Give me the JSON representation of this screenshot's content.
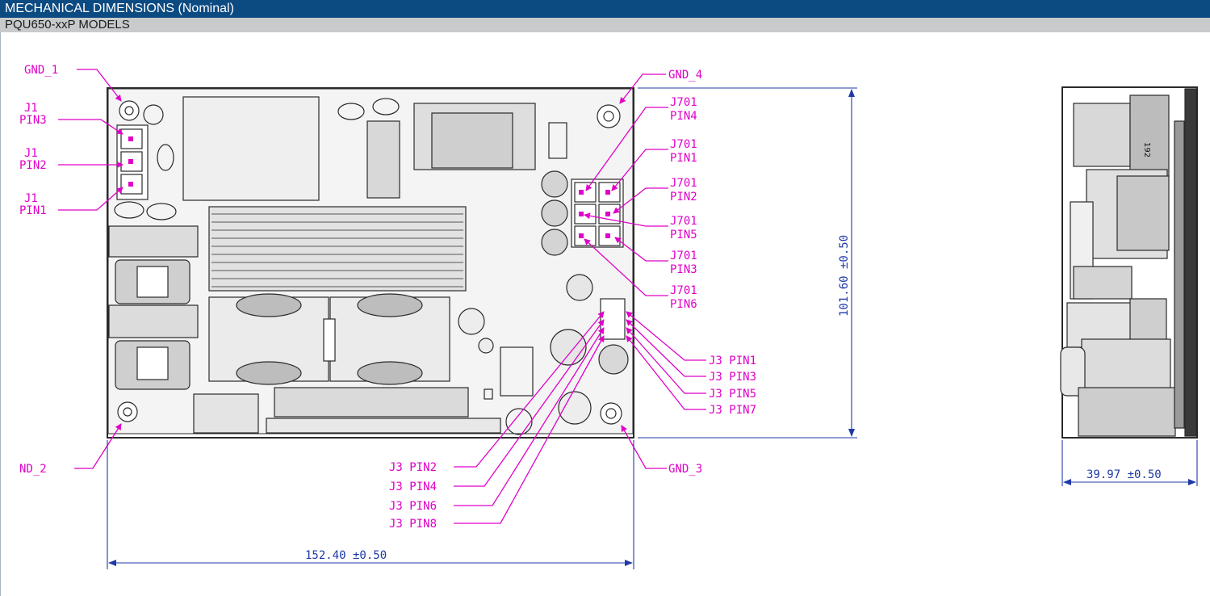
{
  "header": {
    "title": "MECHANICAL DIMENSIONS (Nominal)",
    "subtitle": "PQU650-xxP MODELS"
  },
  "colors": {
    "title_bar": "#0c4a82",
    "subtitle_bar": "#c9cacb",
    "callout": "#e000c8",
    "dimension": "#1f3aa8"
  },
  "callouts": {
    "gnd1": "GND_1",
    "gnd2": "ND_2",
    "gnd3": "GND_3",
    "gnd4": "GND_4",
    "j1_pin3": [
      "J1",
      "PIN3"
    ],
    "j1_pin2": [
      "J1",
      "PIN2"
    ],
    "j1_pin1": [
      "J1",
      "PIN1"
    ],
    "j701_pin4": [
      "J701",
      "PIN4"
    ],
    "j701_pin1": [
      "J701",
      "PIN1"
    ],
    "j701_pin2": [
      "J701",
      "PIN2"
    ],
    "j701_pin5": [
      "J701",
      "PIN5"
    ],
    "j701_pin3": [
      "J701",
      "PIN3"
    ],
    "j701_pin6": [
      "J701",
      "PIN6"
    ],
    "j3_pin1": "J3 PIN1",
    "j3_pin3": "J3 PIN3",
    "j3_pin5": "J3 PIN5",
    "j3_pin7": "J3 PIN7",
    "j3_pin2": "J3 PIN2",
    "j3_pin4": "J3 PIN4",
    "j3_pin6": "J3 PIN6",
    "j3_pin8": "J3 PIN8"
  },
  "dimensions": {
    "width": "152.40  ±0.50",
    "height": "101.60  ±0.50",
    "depth": "39.97 ±0.50"
  },
  "side_view": {
    "marking": "192"
  }
}
